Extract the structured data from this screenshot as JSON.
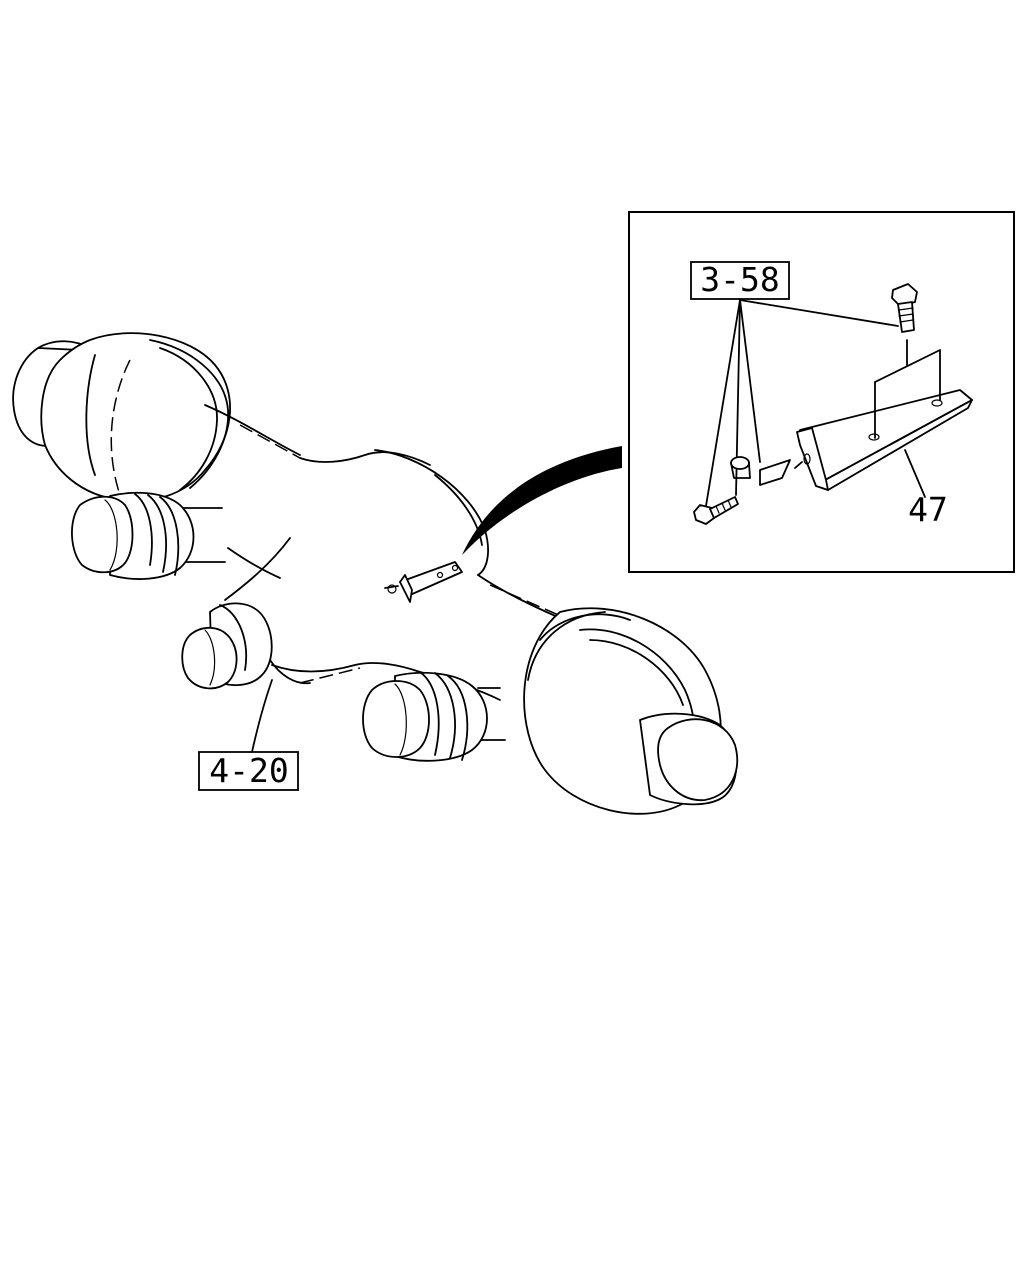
{
  "callouts": {
    "assembly": "4-20",
    "bolt_group": "3-58",
    "bracket": "47"
  }
}
